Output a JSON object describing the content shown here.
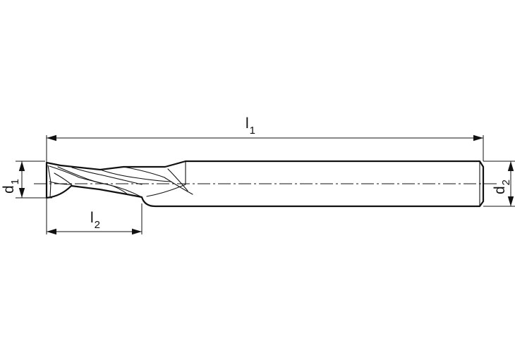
{
  "labels": {
    "l1": {
      "main": "l",
      "sub": "1"
    },
    "l2": {
      "main": "l",
      "sub": "2"
    },
    "d1": {
      "main": "d",
      "sub": "1"
    },
    "d2": {
      "main": "d",
      "sub": "2"
    }
  },
  "colors": {
    "line": "#111111",
    "background": "#ffffff"
  }
}
